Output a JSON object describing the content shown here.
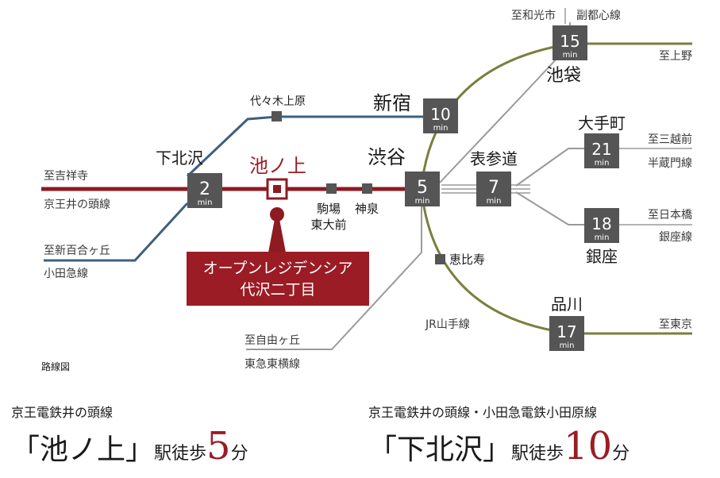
{
  "colors": {
    "keio": "#8e1b22",
    "odakyu": "#3e5f7f",
    "jr": "#7a7f3c",
    "gray": "#9a9a9a",
    "box": "#555555",
    "accent": "#9b1c24"
  },
  "stations": {
    "ikenoue": "池ノ上",
    "shimokitazawa": "下北沢",
    "shibuya": "渋谷",
    "shinjuku": "新宿",
    "ikebukuro": "池袋",
    "omotesando": "表参道",
    "otemachi": "大手町",
    "ginza": "銀座",
    "shinagawa": "品川",
    "yoyogiuehara": "代々木上原",
    "komaba1": "駒場",
    "komaba2": "東大前",
    "shinsen": "神泉",
    "ebisu": "恵比寿"
  },
  "times": {
    "shimokitazawa": "2",
    "shibuya": "5",
    "shinjuku": "10",
    "ikebukuro": "15",
    "omotesando": "7",
    "otemachi": "21",
    "ginza": "18",
    "shinagawa": "17",
    "unit": "min"
  },
  "destinations": {
    "kichijoji": "至吉祥寺",
    "keio_inokashira": "京王井の頭線",
    "shinyurigaoka": "至新百合ヶ丘",
    "odakyu_line": "小田急線",
    "wakoshi": "至和光市",
    "fukutoshin": "副都心線",
    "ueno": "至上野",
    "mitsukoshimae": "至三越前",
    "hanzomon": "半蔵門線",
    "nihonbashi": "至日本橋",
    "ginza_line": "銀座線",
    "tokyo": "至東京",
    "jiyugaoka": "至自由ヶ丘",
    "toyoko": "東急東横線",
    "yamanote": "JR山手線"
  },
  "property": {
    "line1": "オープンレジデンシア",
    "line2": "代沢二丁目"
  },
  "map_label": "路線図",
  "left_caption": {
    "line": "京王電鉄井の頭線",
    "station": "「池ノ上」",
    "walk": "駅徒歩",
    "minutes": "5",
    "unit": "分"
  },
  "right_caption": {
    "line": "京王電鉄井の頭線・小田急電鉄小田原線",
    "station": "「下北沢」",
    "walk": "駅徒歩",
    "minutes": "10",
    "unit": "分"
  }
}
